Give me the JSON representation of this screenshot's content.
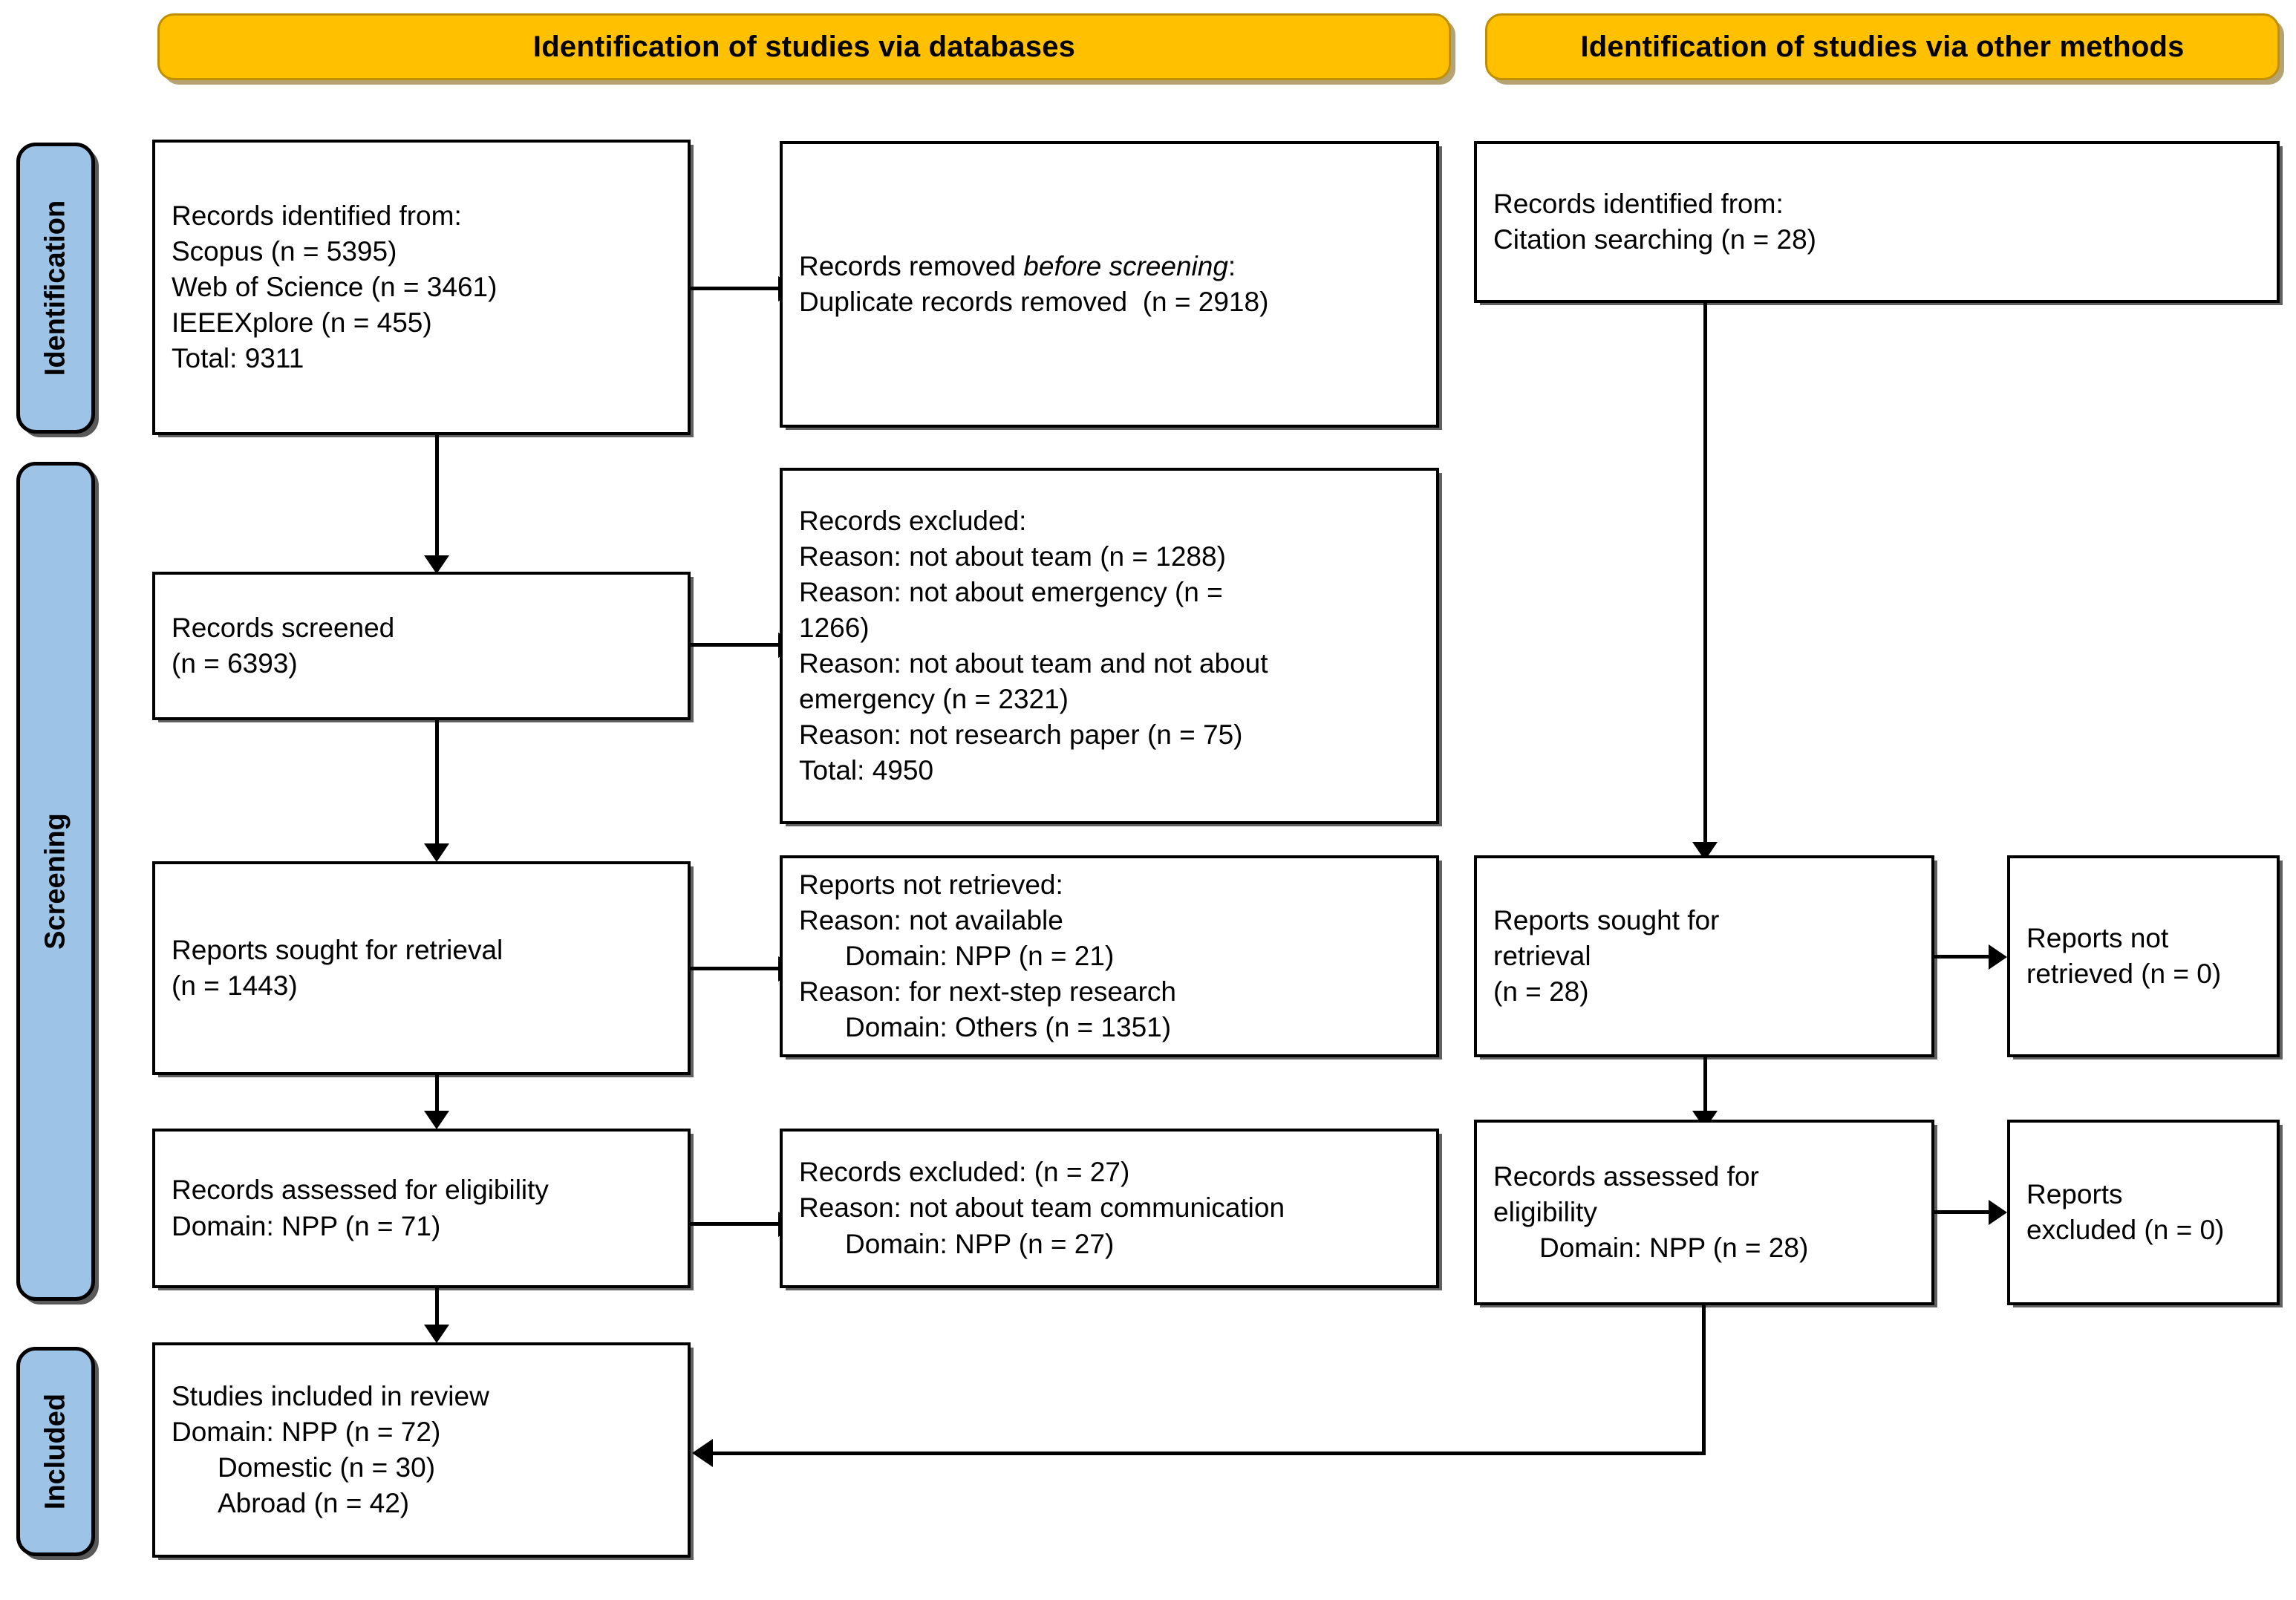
{
  "banners": {
    "databases": "Identification of studies via databases",
    "other_methods": "Identification of studies via other methods"
  },
  "stages": {
    "identification": "Identification",
    "screening": "Screening",
    "included": "Included"
  },
  "boxes": {
    "records_identified_db": {
      "l1": "Records identified from:",
      "l2": "Scopus (n = 5395)",
      "l3": "Web of Science (n = 3461)",
      "l4": "IEEEXplore (n = 455)",
      "l5": "Total: 9311"
    },
    "records_removed": {
      "l1_pre": "Records removed ",
      "l1_ital": "before screening",
      "l1_post": ":",
      "l2": "Duplicate records removed  (n = 2918)"
    },
    "records_identified_other": {
      "l1": "Records identified from:",
      "l2": "Citation searching (n = 28)"
    },
    "records_screened": {
      "l1": "Records screened",
      "l2": "(n = 6393)"
    },
    "records_excluded_screen": {
      "l1": "Records excluded:",
      "l2": "Reason: not about team (n = 1288)",
      "l3": "Reason: not about emergency (n =",
      "l4": "1266)",
      "l5": "Reason: not about team and not about",
      "l6": "emergency (n = 2321)",
      "l7": "Reason: not research paper (n = 75)",
      "l8": "Total: 4950"
    },
    "reports_sought_db": {
      "l1": "Reports sought for retrieval",
      "l2": "(n = 1443)"
    },
    "reports_not_retrieved_db": {
      "l1": "Reports not retrieved:",
      "l2": "Reason: not available",
      "l3": "Domain: NPP (n = 21)",
      "l4": "Reason: for next-step research",
      "l5": "Domain: Others (n = 1351)"
    },
    "records_assessed_db": {
      "l1": "Records assessed for eligibility",
      "l2": "Domain: NPP (n = 71)"
    },
    "records_excluded_elig": {
      "l1": "Records excluded: (n = 27)",
      "l2": "Reason: not about team communication",
      "l3": "Domain: NPP (n = 27)"
    },
    "reports_sought_other": {
      "l1": "Reports sought for",
      "l2": "retrieval",
      "l3": "(n = 28)"
    },
    "reports_not_retrieved_other": {
      "l1": "Reports not",
      "l2": "retrieved (n = 0)"
    },
    "records_assessed_other": {
      "l1": "Records assessed for",
      "l2": "eligibility",
      "l3": "Domain: NPP (n = 28)"
    },
    "reports_excluded_other": {
      "l1": "Reports",
      "l2": "excluded (n = 0)"
    },
    "studies_included": {
      "l1": "Studies included in review",
      "l2": "Domain: NPP (n = 72)",
      "l3": "Domestic (n = 30)",
      "l4": "Abroad (n = 42)"
    }
  },
  "colors": {
    "banner_fill": "#FFC000",
    "banner_border": "#BF8F00",
    "stage_fill": "#9DC3E6",
    "box_border": "#000000",
    "box_fill": "#FFFFFF"
  },
  "chart_data": {
    "type": "diagram",
    "title": "PRISMA 2020 flow diagram",
    "nodes": [
      {
        "id": "records_identified_db",
        "column": "databases",
        "stage": "Identification",
        "n_total": 9311,
        "sources": [
          {
            "name": "Scopus",
            "n": 5395
          },
          {
            "name": "Web of Science",
            "n": 3461
          },
          {
            "name": "IEEEXplore",
            "n": 455
          }
        ]
      },
      {
        "id": "records_removed",
        "column": "databases",
        "stage": "Identification",
        "duplicates_removed": 2918
      },
      {
        "id": "records_identified_other",
        "column": "other_methods",
        "stage": "Identification",
        "sources": [
          {
            "name": "Citation searching",
            "n": 28
          }
        ]
      },
      {
        "id": "records_screened",
        "column": "databases",
        "stage": "Screening",
        "n": 6393
      },
      {
        "id": "records_excluded_screen",
        "column": "databases",
        "stage": "Screening",
        "n_total": 4950,
        "reasons": [
          {
            "reason": "not about team",
            "n": 1288
          },
          {
            "reason": "not about emergency",
            "n": 1266
          },
          {
            "reason": "not about team and not about emergency",
            "n": 2321
          },
          {
            "reason": "not research paper",
            "n": 75
          }
        ]
      },
      {
        "id": "reports_sought_db",
        "column": "databases",
        "stage": "Screening",
        "n": 1443
      },
      {
        "id": "reports_not_retrieved_db",
        "column": "databases",
        "stage": "Screening",
        "reasons": [
          {
            "reason": "not available",
            "domain": "NPP",
            "n": 21
          },
          {
            "reason": "for next-step research",
            "domain": "Others",
            "n": 1351
          }
        ]
      },
      {
        "id": "records_assessed_db",
        "column": "databases",
        "stage": "Screening",
        "domain": "NPP",
        "n": 71
      },
      {
        "id": "records_excluded_elig",
        "column": "databases",
        "stage": "Screening",
        "n": 27,
        "reasons": [
          {
            "reason": "not about team communication",
            "domain": "NPP",
            "n": 27
          }
        ]
      },
      {
        "id": "reports_sought_other",
        "column": "other_methods",
        "stage": "Screening",
        "n": 28
      },
      {
        "id": "reports_not_retrieved_other",
        "column": "other_methods",
        "stage": "Screening",
        "n": 0
      },
      {
        "id": "records_assessed_other",
        "column": "other_methods",
        "stage": "Screening",
        "domain": "NPP",
        "n": 28
      },
      {
        "id": "reports_excluded_other",
        "column": "other_methods",
        "stage": "Screening",
        "n": 0
      },
      {
        "id": "studies_included",
        "column": "databases",
        "stage": "Included",
        "domain": "NPP",
        "n": 72,
        "breakdown": [
          {
            "name": "Domestic",
            "n": 30
          },
          {
            "name": "Abroad",
            "n": 42
          }
        ]
      }
    ]
  }
}
